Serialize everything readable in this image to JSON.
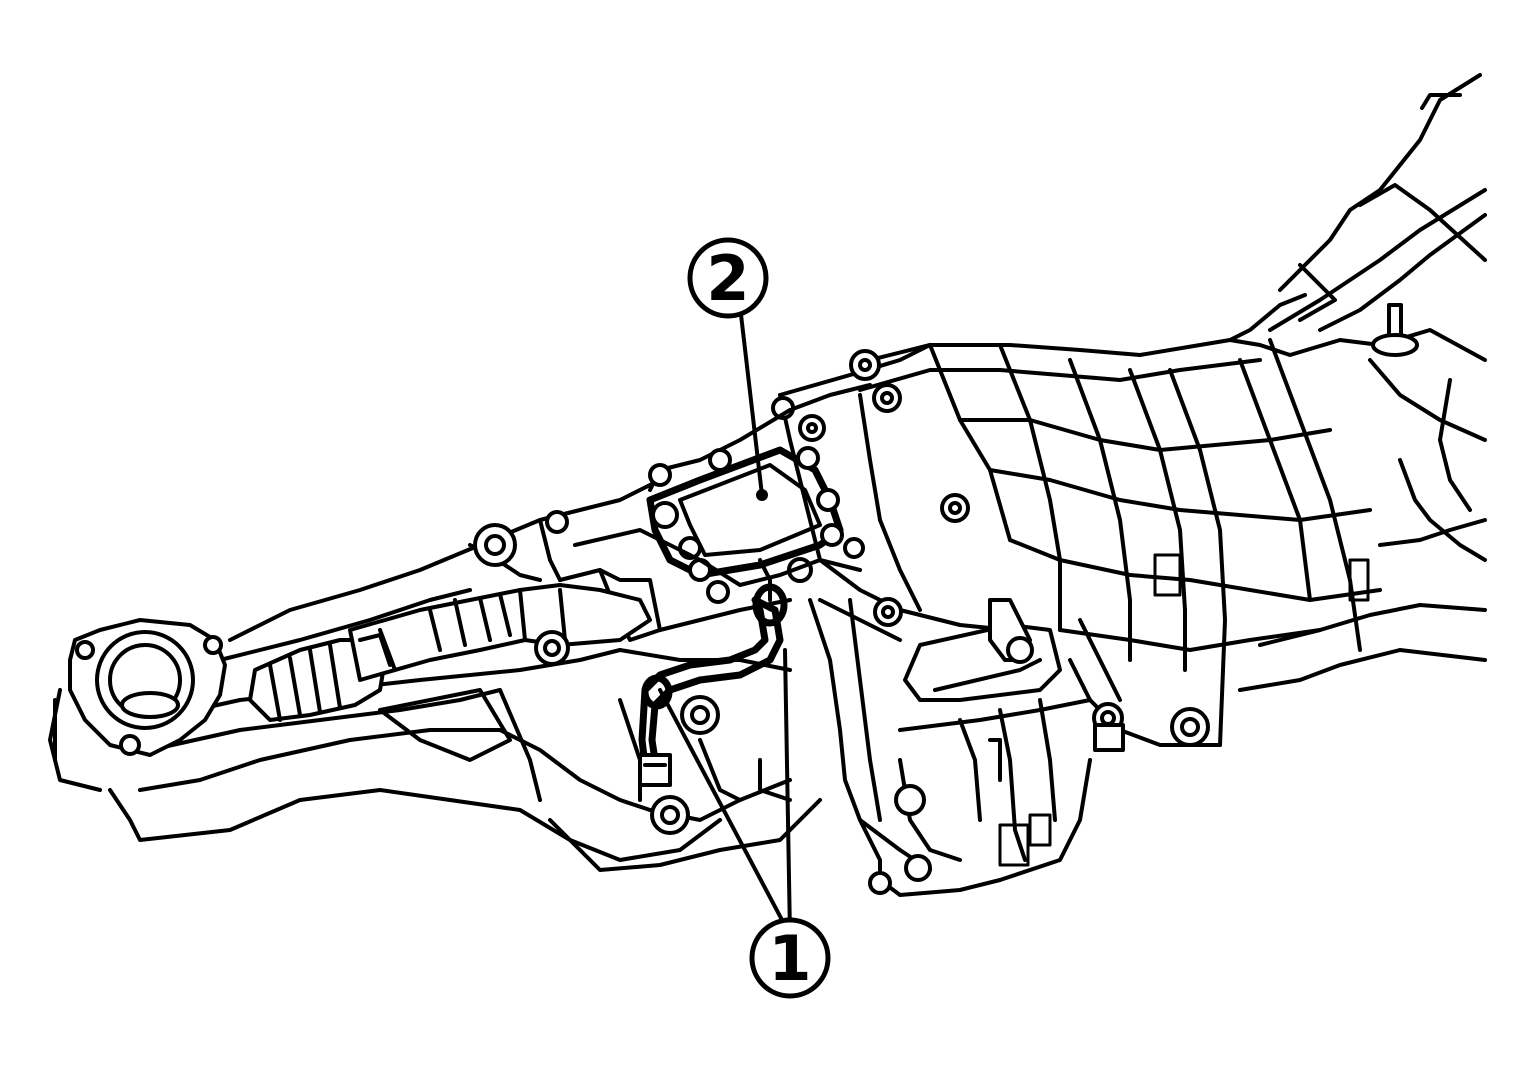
{
  "callouts": [
    {
      "label": "1",
      "part": "transfer-breather-hose-and-clamps"
    },
    {
      "label": "2",
      "part": "top-cover-plate"
    }
  ],
  "colors": {
    "line": "#000000",
    "background": "#ffffff"
  }
}
